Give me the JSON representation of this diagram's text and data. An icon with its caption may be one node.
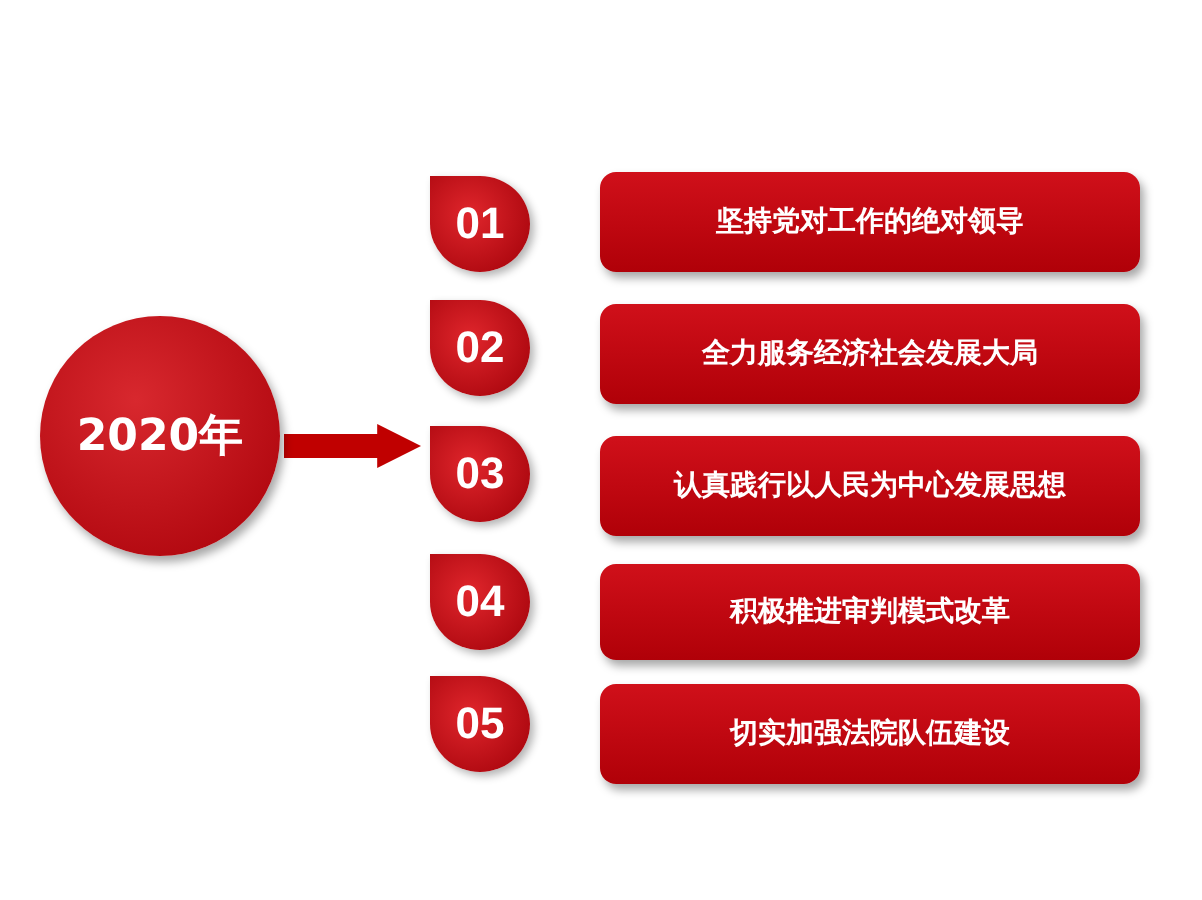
{
  "diagram": {
    "nodes": [
      {
        "text": [
          "2020年"
        ]
      },
      {
        "text": [
          "01"
        ]
      },
      {
        "text": [
          "坚持党对工作的绝对领导"
        ]
      },
      {
        "text": [
          "02"
        ]
      },
      {
        "text": [
          "全力服务经济社会发展大局"
        ]
      },
      {
        "text": [
          "03"
        ]
      },
      {
        "text": [
          "认真践行以人民为中心发展思想"
        ]
      },
      {
        "text": [
          "04"
        ]
      },
      {
        "text": [
          "积极推进审判模式改革"
        ]
      },
      {
        "text": [
          "05"
        ]
      },
      {
        "text": [
          "切实加强法院队伍建设"
        ]
      }
    ],
    "edges": [
      {
        "from": 0,
        "to": 5,
        "arrow": "to"
      }
    ]
  }
}
